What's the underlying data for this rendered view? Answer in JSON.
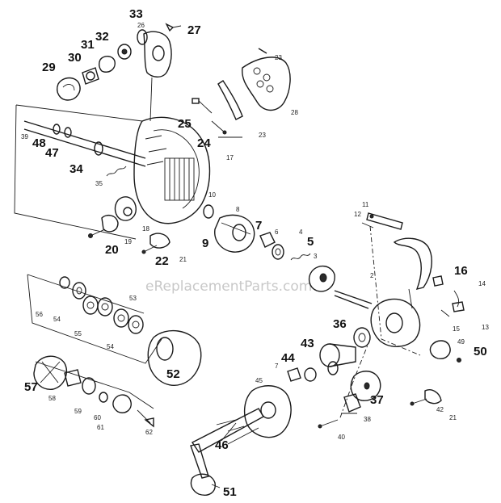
{
  "watermark": "eReplacementParts.com",
  "labels": [
    {
      "id": "33",
      "text": "33",
      "size": "big"
    },
    {
      "id": "26",
      "text": "26",
      "size": "small"
    },
    {
      "id": "27",
      "text": "27",
      "size": "big"
    },
    {
      "id": "32",
      "text": "32",
      "size": "big"
    },
    {
      "id": "31",
      "text": "31",
      "size": "big"
    },
    {
      "id": "30",
      "text": "30",
      "size": "big"
    },
    {
      "id": "29",
      "text": "29",
      "size": "big"
    },
    {
      "id": "23a",
      "text": "23",
      "size": "small"
    },
    {
      "id": "28",
      "text": "28",
      "size": "small"
    },
    {
      "id": "39",
      "text": "39",
      "size": "small"
    },
    {
      "id": "48",
      "text": "48",
      "size": "big"
    },
    {
      "id": "47",
      "text": "47",
      "size": "big"
    },
    {
      "id": "25",
      "text": "25",
      "size": "big"
    },
    {
      "id": "24",
      "text": "24",
      "size": "big"
    },
    {
      "id": "23b",
      "text": "23",
      "size": "small"
    },
    {
      "id": "17",
      "text": "17",
      "size": "small"
    },
    {
      "id": "34",
      "text": "34",
      "size": "big"
    },
    {
      "id": "35",
      "text": "35",
      "size": "small"
    },
    {
      "id": "10",
      "text": "10",
      "size": "small"
    },
    {
      "id": "8",
      "text": "8",
      "size": "small"
    },
    {
      "id": "7a",
      "text": "7",
      "size": "big"
    },
    {
      "id": "18",
      "text": "18",
      "size": "small"
    },
    {
      "id": "19",
      "text": "19",
      "size": "small"
    },
    {
      "id": "20",
      "text": "20",
      "size": "big"
    },
    {
      "id": "9",
      "text": "9",
      "size": "big"
    },
    {
      "id": "22",
      "text": "22",
      "size": "big"
    },
    {
      "id": "21a",
      "text": "21",
      "size": "small"
    },
    {
      "id": "6",
      "text": "6",
      "size": "small"
    },
    {
      "id": "4",
      "text": "4",
      "size": "small"
    },
    {
      "id": "5",
      "text": "5",
      "size": "big"
    },
    {
      "id": "3",
      "text": "3",
      "size": "small"
    },
    {
      "id": "11",
      "text": "11",
      "size": "small"
    },
    {
      "id": "12",
      "text": "12",
      "size": "small"
    },
    {
      "id": "2",
      "text": "2",
      "size": "small"
    },
    {
      "id": "16",
      "text": "16",
      "size": "big"
    },
    {
      "id": "14",
      "text": "14",
      "size": "small"
    },
    {
      "id": "13",
      "text": "13",
      "size": "small"
    },
    {
      "id": "15",
      "text": "15",
      "size": "small"
    },
    {
      "id": "56",
      "text": "56",
      "size": "small"
    },
    {
      "id": "54a",
      "text": "54",
      "size": "small"
    },
    {
      "id": "53",
      "text": "53",
      "size": "small"
    },
    {
      "id": "55",
      "text": "55",
      "size": "small"
    },
    {
      "id": "54b",
      "text": "54",
      "size": "small"
    },
    {
      "id": "36",
      "text": "36",
      "size": "big"
    },
    {
      "id": "43",
      "text": "43",
      "size": "big"
    },
    {
      "id": "49",
      "text": "49",
      "size": "small"
    },
    {
      "id": "50",
      "text": "50",
      "size": "big"
    },
    {
      "id": "44",
      "text": "44",
      "size": "big"
    },
    {
      "id": "7b",
      "text": "7",
      "size": "small"
    },
    {
      "id": "52",
      "text": "52",
      "size": "big"
    },
    {
      "id": "57",
      "text": "57",
      "size": "big"
    },
    {
      "id": "58",
      "text": "58",
      "size": "small"
    },
    {
      "id": "45",
      "text": "45",
      "size": "small"
    },
    {
      "id": "37",
      "text": "37",
      "size": "big"
    },
    {
      "id": "59",
      "text": "59",
      "size": "small"
    },
    {
      "id": "60",
      "text": "60",
      "size": "small"
    },
    {
      "id": "61",
      "text": "61",
      "size": "small"
    },
    {
      "id": "62",
      "text": "62",
      "size": "small"
    },
    {
      "id": "38",
      "text": "38",
      "size": "small"
    },
    {
      "id": "42",
      "text": "42",
      "size": "small"
    },
    {
      "id": "21b",
      "text": "21",
      "size": "small"
    },
    {
      "id": "40",
      "text": "40",
      "size": "small"
    },
    {
      "id": "46",
      "text": "46",
      "size": "big"
    },
    {
      "id": "51",
      "text": "51",
      "size": "big"
    }
  ]
}
